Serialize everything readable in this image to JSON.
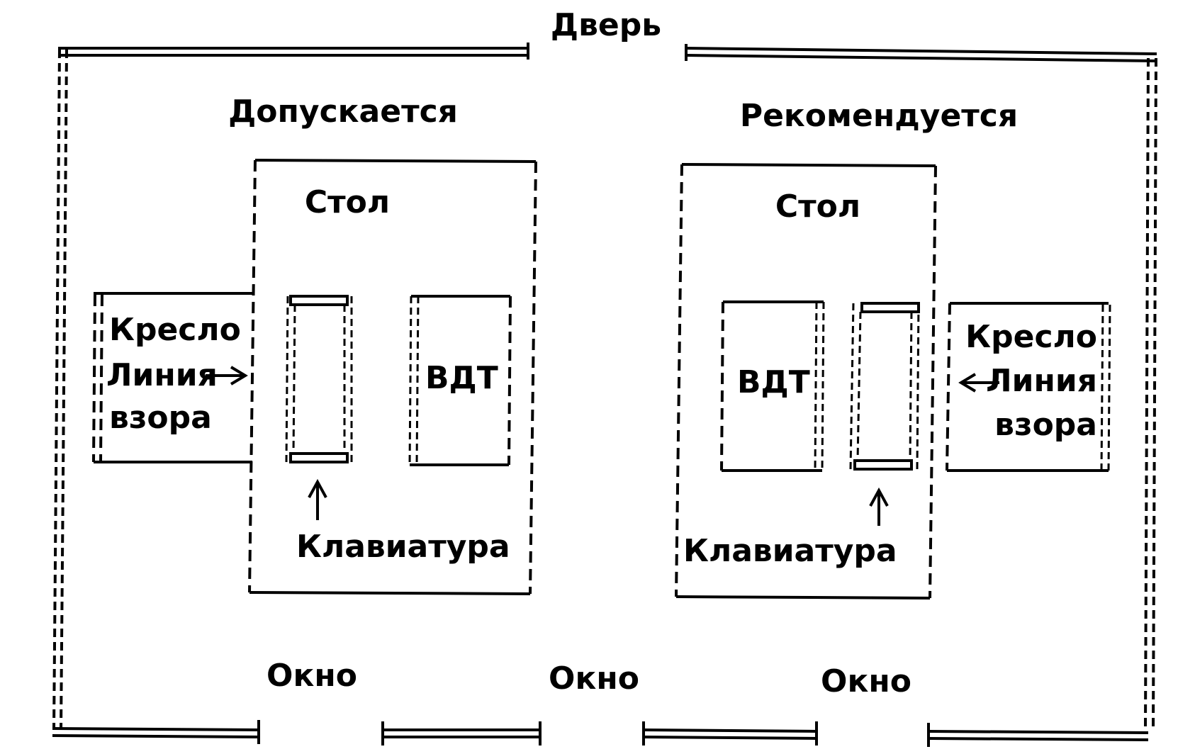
{
  "labels": {
    "door": "Дверь",
    "allowed": "Допускается",
    "recommended": "Рекомендуется",
    "table": "Стол",
    "chair": "Кресло",
    "line": "Линия",
    "gaze": "взора",
    "vdt": "ВДТ",
    "keyboard": "Клавиатура",
    "window": "Окно"
  }
}
